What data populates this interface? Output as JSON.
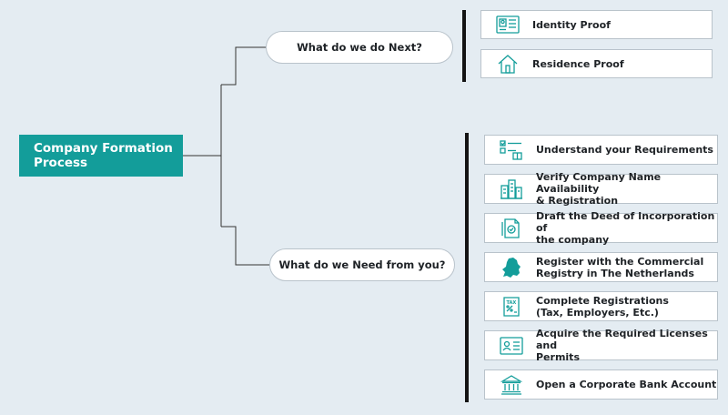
{
  "root": {
    "label": "Company Formation Process"
  },
  "branches": [
    {
      "label": "What do we do Next?"
    },
    {
      "label": "What do we Need from you?"
    }
  ],
  "next_items": [
    {
      "label": "Identity Proof",
      "icon": "id-card-icon"
    },
    {
      "label": "Residence Proof",
      "icon": "house-icon"
    }
  ],
  "need_items": [
    {
      "label": "Understand your Requirements",
      "icon": "checklist-icon"
    },
    {
      "label": "Verify Company Name Availability\n& Registration",
      "icon": "buildings-icon"
    },
    {
      "label": "Draft the Deed of Incorporation of\nthe company",
      "icon": "document-check-icon"
    },
    {
      "label": "Register with the Commercial\nRegistry in The Netherlands",
      "icon": "netherlands-map-icon"
    },
    {
      "label": "Complete Registrations\n(Tax, Employers, Etc.)",
      "icon": "tax-form-icon"
    },
    {
      "label": "Acquire the Required Licenses and\nPermits",
      "icon": "license-card-icon"
    },
    {
      "label": "Open a Corporate Bank Account",
      "icon": "bank-icon"
    }
  ],
  "colors": {
    "accent": "#139d9a",
    "background": "#e4ecf2",
    "connector": "#333333"
  }
}
